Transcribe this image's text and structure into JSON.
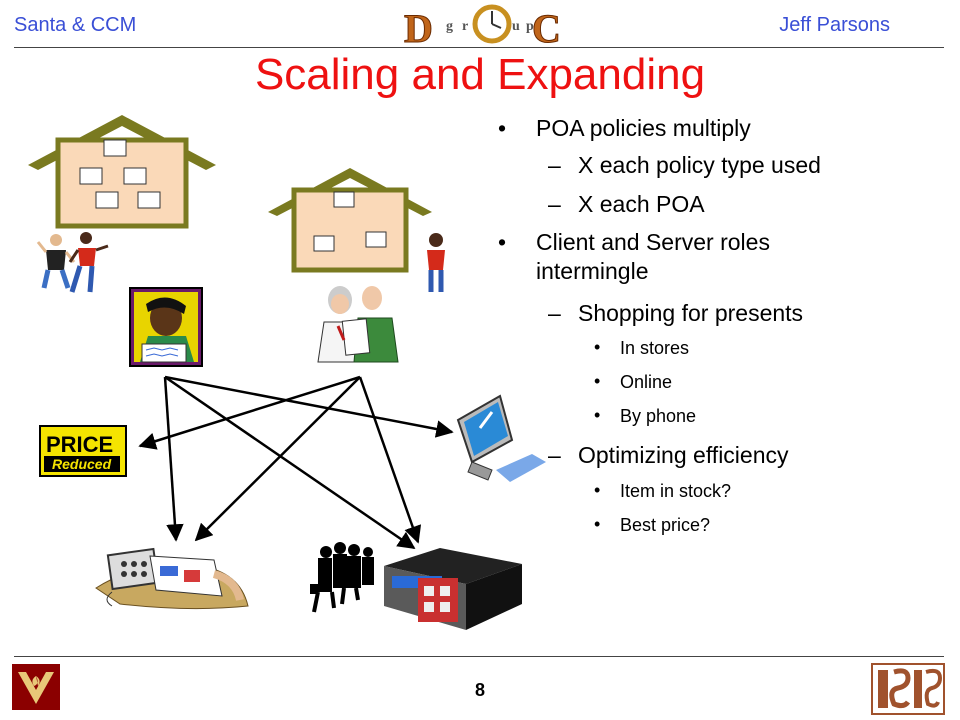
{
  "header": {
    "left_text": "Santa & CCM",
    "right_text": "Jeff Parsons",
    "logo_letters": [
      "D",
      "g",
      "r",
      "u",
      "p",
      "C"
    ]
  },
  "slide": {
    "title": "Scaling and Expanding",
    "bullets": [
      {
        "level": 1,
        "text": "POA policies multiply"
      },
      {
        "level": 2,
        "text": "X each policy type used"
      },
      {
        "level": 2,
        "text": "X each POA"
      },
      {
        "level": 1,
        "text": "Client and Server roles"
      },
      {
        "level": 0,
        "text": "intermingle"
      },
      {
        "level": 2,
        "text": "Shopping for presents"
      },
      {
        "level": 3,
        "text": "In stores"
      },
      {
        "level": 3,
        "text": "Online"
      },
      {
        "level": 3,
        "text": "By phone"
      },
      {
        "level": 2,
        "text": "Optimizing efficiency"
      },
      {
        "level": 3,
        "text": "Item in stock?"
      },
      {
        "level": 3,
        "text": "Best price?"
      }
    ],
    "price_sign": {
      "line1": "PRICE",
      "line2": "Reduced"
    }
  },
  "footer": {
    "page_number": "8"
  },
  "colors": {
    "header_text": "#3a4fd6",
    "title": "#ee1111",
    "house_roof": "#7a7a20",
    "house_fill": "#fad9b8",
    "vu_logo": "#8b0000",
    "isis_logo": "#a0522d"
  }
}
